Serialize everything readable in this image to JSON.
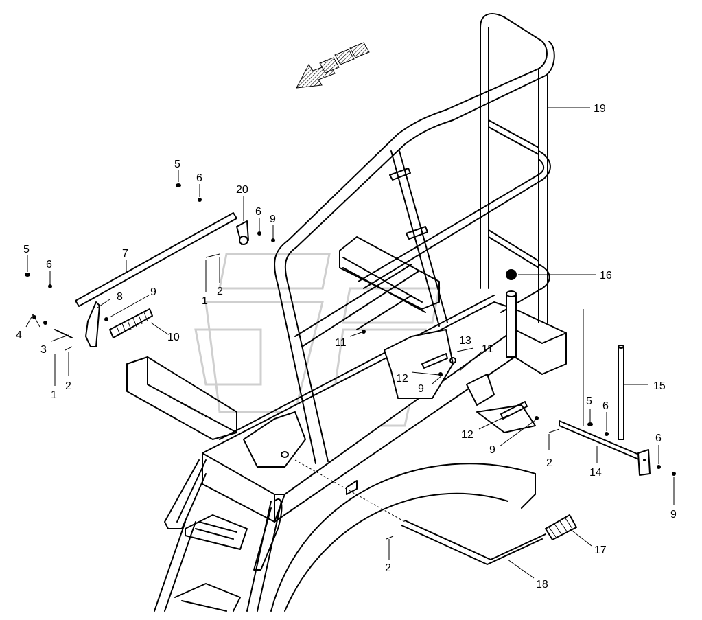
{
  "diagram": {
    "callouts": [
      "19",
      "20",
      "5",
      "6",
      "9",
      "7",
      "8",
      "10",
      "4",
      "3",
      "1",
      "2",
      "11",
      "12",
      "13",
      "15",
      "14",
      "16",
      "17",
      "18"
    ],
    "labels": {
      "l19": "19",
      "l20": "20",
      "l5a": "5",
      "l6a": "6",
      "l6b": "6",
      "l9a": "9",
      "l5b": "5",
      "l6c": "6",
      "l7": "7",
      "l8": "8",
      "l9b": "9",
      "l10": "10",
      "l4": "4",
      "l3": "3",
      "l1a": "1",
      "l2a": "2",
      "l1b": "1",
      "l2b": "2",
      "l11a": "11",
      "l11b": "11",
      "l13": "13",
      "l12a": "12",
      "l9c": "9",
      "l12b": "12",
      "l9d": "9",
      "l2c": "2",
      "l16": "16",
      "l15": "15",
      "l5c": "5",
      "l6d": "6",
      "l6e": "6",
      "l9e": "9",
      "l14": "14",
      "l2d": "2",
      "l17": "17",
      "l18": "18"
    }
  }
}
